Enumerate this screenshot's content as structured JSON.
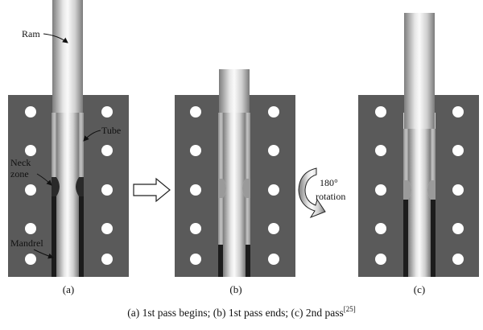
{
  "figure": {
    "labels": {
      "ram": "Ram",
      "tube": "Tube",
      "neck_line1": "Neck",
      "neck_line2": "zone",
      "mandrel": "Mandrel",
      "rotation_angle": "180°",
      "rotation_word": "rotation"
    },
    "panels": [
      {
        "label": "(a)"
      },
      {
        "label": "(b)"
      },
      {
        "label": "(c)"
      }
    ],
    "caption": {
      "text": "(a) 1st pass begins; (b) 1st pass ends; (c) 2nd pass",
      "reference": "[25]"
    },
    "colors": {
      "die": "#5a5a5a",
      "hole": "#ffffff",
      "mandrel": "#1c1c1c",
      "tube": "#a9a9a9",
      "background": "#ffffff"
    }
  }
}
